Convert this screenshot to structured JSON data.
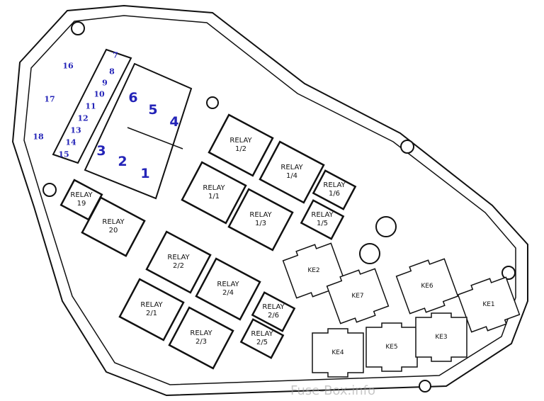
{
  "watermark": "Fuse-Box.info",
  "fuses": [
    {
      "n": "1"
    },
    {
      "n": "2"
    },
    {
      "n": "3"
    },
    {
      "n": "4"
    },
    {
      "n": "5"
    },
    {
      "n": "6"
    },
    {
      "n": "7"
    },
    {
      "n": "8"
    },
    {
      "n": "9"
    },
    {
      "n": "10"
    },
    {
      "n": "11"
    },
    {
      "n": "12"
    },
    {
      "n": "13"
    },
    {
      "n": "14"
    },
    {
      "n": "15"
    },
    {
      "n": "16"
    },
    {
      "n": "17"
    },
    {
      "n": "18"
    }
  ],
  "relays": [
    {
      "word": "RELAY",
      "id": "1/2"
    },
    {
      "word": "RELAY",
      "id": "1/4"
    },
    {
      "word": "RELAY",
      "id": "1/1"
    },
    {
      "word": "RELAY",
      "id": "1/3"
    },
    {
      "word": "RELAY",
      "id": "1/6"
    },
    {
      "word": "RELAY",
      "id": "1/5"
    },
    {
      "word": "RELAY",
      "id": "19"
    },
    {
      "word": "RELAY",
      "id": "20"
    },
    {
      "word": "RELAY",
      "id": "2/2"
    },
    {
      "word": "RELAY",
      "id": "2/4"
    },
    {
      "word": "RELAY",
      "id": "2/1"
    },
    {
      "word": "RELAY",
      "id": "2/3"
    },
    {
      "word": "RELAY",
      "id": "2/6"
    },
    {
      "word": "RELAY",
      "id": "2/5"
    }
  ],
  "connectors": [
    "KE2",
    "KE7",
    "KE6",
    "KE1",
    "KE4",
    "KE5",
    "KE3"
  ]
}
